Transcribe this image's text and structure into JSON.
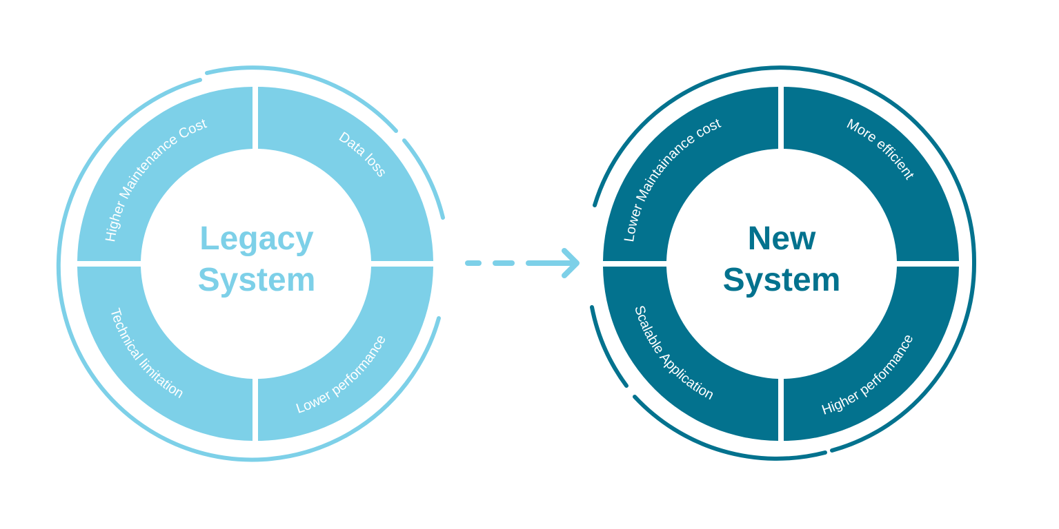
{
  "colors": {
    "legacy": "#7dd0e8",
    "new": "#03728e",
    "background": "#ffffff",
    "label": "#ffffff"
  },
  "legacy": {
    "title_line1": "Legacy",
    "title_line2": "System",
    "segments": {
      "top_left": "Higher Maintenance Cost",
      "top_right": "Data loss",
      "bottom_left": "Technical limitation",
      "bottom_right": "Lower performance"
    }
  },
  "new_system": {
    "title_line1": "New",
    "title_line2": "System",
    "segments": {
      "top_left": "Lower Maintainance cost",
      "top_right": "More efficient",
      "bottom_left": "Scalable Application",
      "bottom_right": "Higher performance"
    }
  },
  "connector": {
    "icon": "dashed-arrow-right-icon"
  }
}
